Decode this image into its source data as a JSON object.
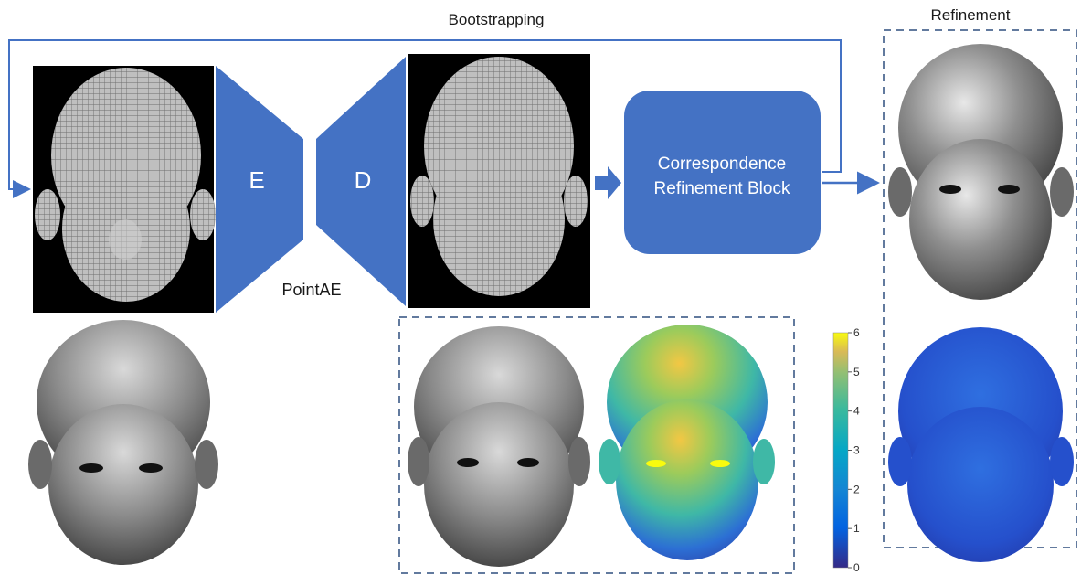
{
  "title_bootstrapping": "Bootstrapping",
  "title_refinement": "Refinement",
  "encoder_label": "E",
  "decoder_label": "D",
  "network_label": "PointAE",
  "block_label_line1": "Correspondence",
  "block_label_line2": "Refinement Block",
  "colorbar_ticks": [
    "0",
    "1",
    "2",
    "3",
    "4",
    "5",
    "6"
  ],
  "colors": {
    "accent_blue": "#4472c4",
    "block_fill": "#4472c4",
    "dashed_border": "#2f4f7f",
    "mesh_background": "#000000"
  },
  "icons": [
    "wireframe-head-input",
    "wireframe-head-output",
    "shaded-head",
    "error-heatmap-head",
    "colorbar"
  ]
}
